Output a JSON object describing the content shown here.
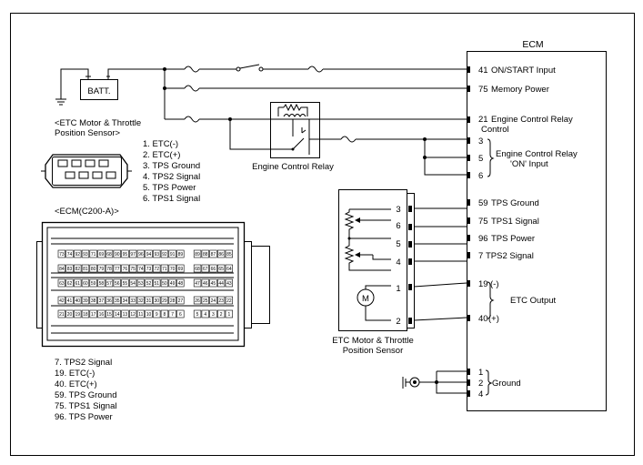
{
  "battery": {
    "label": "BATT."
  },
  "ecm": {
    "title": "ECM",
    "pins": [
      {
        "num": "41",
        "name": "ON/START Input"
      },
      {
        "num": "75",
        "name": "Memory Power"
      },
      {
        "num": "21",
        "name": "Engine Control Relay",
        "name2": "Control"
      },
      {
        "num": "3",
        "name": ""
      },
      {
        "num": "5",
        "name": ""
      },
      {
        "num": "6",
        "name": ""
      },
      {
        "num": "59",
        "name": "TPS Ground"
      },
      {
        "num": "75",
        "name": "TPS1 Signal"
      },
      {
        "num": "96",
        "name": "TPS Power"
      },
      {
        "num": "7",
        "name": "TPS2 Signal"
      },
      {
        "num": "19",
        "name": "(-)"
      },
      {
        "num": "40",
        "name": "(+)"
      },
      {
        "num": "1",
        "name": ""
      },
      {
        "num": "2",
        "name": ""
      },
      {
        "num": "4",
        "name": ""
      }
    ],
    "group_on_input": [
      "Engine Control Relay",
      "'ON' Input"
    ],
    "group_etc_output": "ETC Output",
    "group_ground": "Ground"
  },
  "relay": {
    "label": "Engine Control Relay"
  },
  "etc_sensor": {
    "header": [
      "<ETC Motor & Throttle",
      "Position Sensor>"
    ],
    "pin_list": [
      "1. ETC(-)",
      "2. ETC(+)",
      "3. TPS Ground",
      "4. TPS2 Signal",
      "5. TPS Power",
      "6. TPS1 Signal"
    ],
    "box_pins": [
      "3",
      "6",
      "5",
      "4",
      "1",
      "2"
    ],
    "motor_symbol": "M",
    "box_label": [
      "ETC Motor & Throttle",
      "Position Sensor"
    ]
  },
  "ecm_connector": {
    "header": "<ECM(C200-A)>",
    "rows": [
      [
        "73",
        "74",
        "92",
        "93",
        "71",
        "69",
        "68",
        "90",
        "95",
        "97",
        "96",
        "94",
        "93",
        "92",
        "91",
        "89",
        "89",
        "88",
        "87",
        "86",
        "85"
      ],
      [
        "84",
        "83",
        "82",
        "81",
        "80",
        "79",
        "78",
        "77",
        "76",
        "75",
        "74",
        "73",
        "72",
        "71",
        "70",
        "69",
        "68",
        "67",
        "66",
        "65",
        "64"
      ],
      [
        "63",
        "62",
        "61",
        "60",
        "59",
        "58",
        "57",
        "56",
        "55",
        "54",
        "53",
        "52",
        "51",
        "50",
        "49",
        "48",
        "47",
        "46",
        "45",
        "44",
        "43"
      ],
      [
        "42",
        "41",
        "40",
        "39",
        "38",
        "37",
        "36",
        "35",
        "34",
        "33",
        "32",
        "31",
        "30",
        "29",
        "28",
        "27",
        "26",
        "25",
        "24",
        "23",
        "22"
      ],
      [
        "21",
        "20",
        "19",
        "18",
        "17",
        "16",
        "15",
        "14",
        "13",
        "12",
        "11",
        "10",
        "9",
        "8",
        "7",
        "6",
        "5",
        "4",
        "3",
        "2",
        "1"
      ]
    ],
    "pin_list": [
      "7. TPS2 Signal",
      "19. ETC(-)",
      "40. ETC(+)",
      "59. TPS Ground",
      "75. TPS1 Signal",
      "96. TPS Power"
    ]
  }
}
